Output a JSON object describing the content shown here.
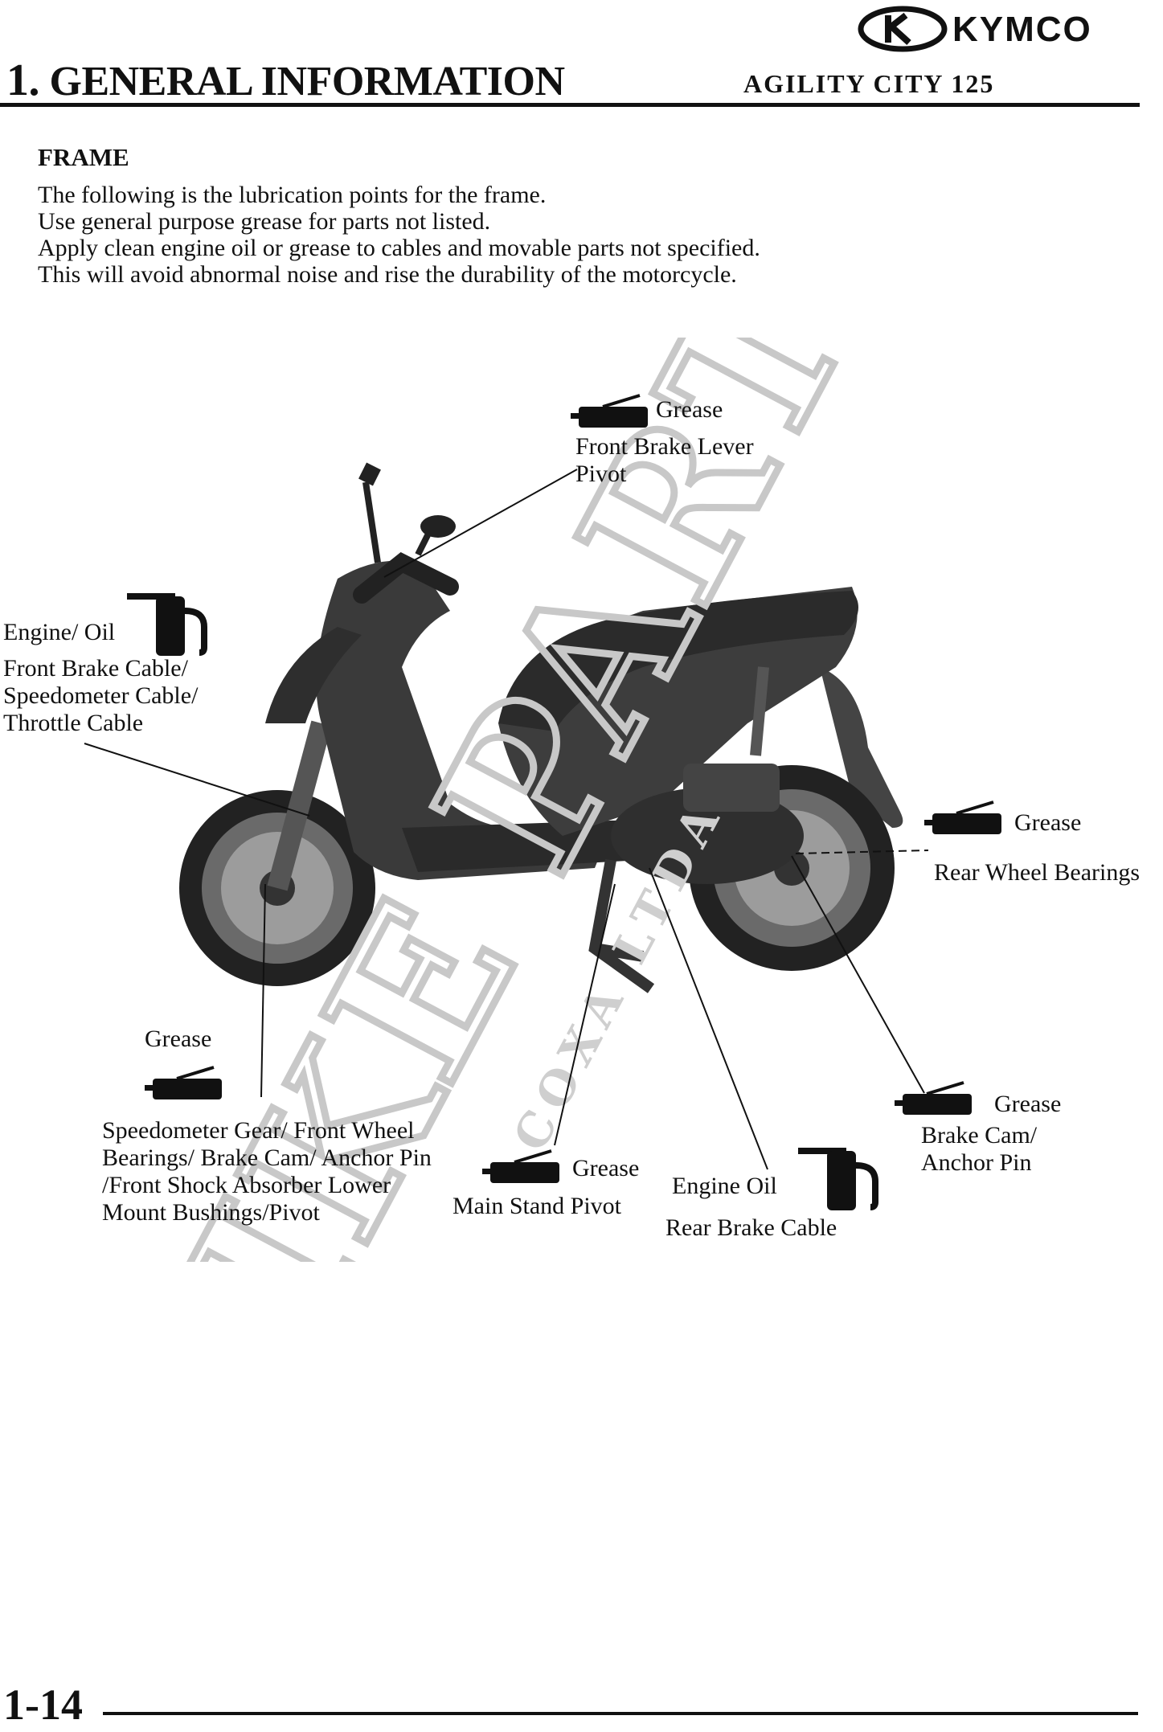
{
  "header": {
    "brand": "KYMCO",
    "chapter_number": "1.",
    "chapter_title": "GENERAL INFORMATION",
    "model": "AGILITY CITY 125"
  },
  "section": {
    "title": "FRAME",
    "lines": [
      "The following is the lubrication points for the frame.",
      "Use general purpose grease for parts not listed.",
      "Apply clean engine oil or grease to cables and movable parts not specified.",
      "This will avoid abnormal noise and rise the durability of the motorcycle."
    ]
  },
  "diagram": {
    "front_brake_lever": {
      "type": "Grease",
      "lines": [
        "Front Brake Lever",
        "Pivot"
      ]
    },
    "cables_front": {
      "type": "Engine/ Oil",
      "lines": [
        "Front Brake Cable/",
        "Speedometer Cable/",
        "Throttle Cable"
      ]
    },
    "rear_wheel": {
      "type": "Grease",
      "lines": [
        "Rear Wheel Bearings"
      ]
    },
    "front_wheel": {
      "type": "Grease",
      "lines": [
        "Speedometer Gear/ Front Wheel",
        "Bearings/ Brake Cam/ Anchor Pin",
        "/Front Shock Absorber Lower",
        "Mount Bushings/Pivot"
      ]
    },
    "main_stand": {
      "type": "Grease",
      "lines": [
        "Main Stand Pivot"
      ]
    },
    "rear_brake_cable": {
      "type": "Engine Oil",
      "lines": [
        "Rear Brake Cable"
      ]
    },
    "rear_brake_cam": {
      "type": "Grease",
      "lines": [
        "Brake Cam/",
        "Anchor Pin"
      ]
    },
    "watermark": "BIKE PARTS",
    "watermark_sub": "COXA LTDA"
  },
  "footer": {
    "page": "1-14"
  },
  "icons": [
    "kymco-logo",
    "grease-gun-icon",
    "oil-can-icon",
    "scooter-illustration"
  ],
  "colors": {
    "ink": "#111111",
    "watermark": "#c8c8c8",
    "scooter_body": "#3a3a3a"
  }
}
